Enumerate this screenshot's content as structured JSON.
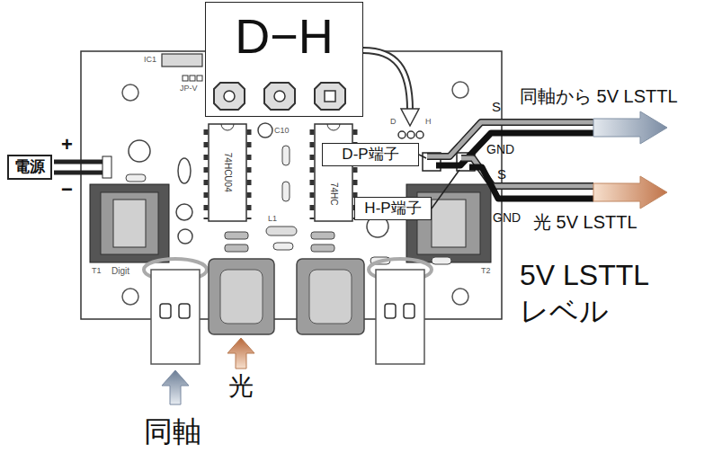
{
  "diagram": {
    "nodes": [
      {
        "text": [
          "D−H"
        ]
      },
      {
        "text": [
          "D-P端子"
        ]
      },
      {
        "text": [
          "電源"
        ]
      },
      {
        "text": [
          "H-P端子"
        ]
      }
    ],
    "labels": [
      "同軸から 5V LSTTL",
      "S",
      "GND",
      "S",
      "GND",
      "光 5V LSTTL",
      "+",
      "−",
      "5V LSTTL レベル",
      "光",
      "同軸",
      "74HCU04",
      "74HC",
      "IC1",
      "JP-V",
      "D",
      "H",
      "Digit",
      "T1",
      "T2",
      "C10",
      "L1"
    ]
  }
}
